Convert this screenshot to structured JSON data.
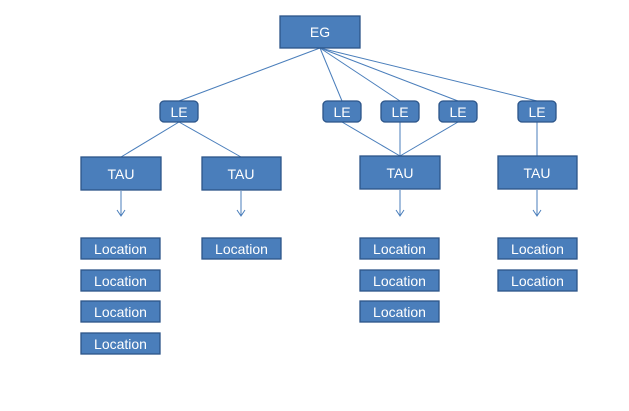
{
  "root": {
    "label": "EG"
  },
  "groups": [
    {
      "le": [
        {
          "label": "LE"
        }
      ],
      "taus": [
        {
          "label": "TAU",
          "locations": [
            "Location",
            "Location",
            "Location",
            "Location"
          ]
        },
        {
          "label": "TAU",
          "locations": [
            "Location"
          ]
        }
      ]
    },
    {
      "le": [
        {
          "label": "LE"
        },
        {
          "label": "LE"
        },
        {
          "label": "LE"
        }
      ],
      "taus": [
        {
          "label": "TAU",
          "locations": [
            "Location",
            "Location",
            "Location"
          ]
        }
      ]
    },
    {
      "le": [
        {
          "label": "LE"
        }
      ],
      "taus": [
        {
          "label": "TAU",
          "locations": [
            "Location",
            "Location"
          ]
        }
      ]
    }
  ],
  "colors": {
    "box_fill": "#4a7ebb",
    "box_border": "#2c5589",
    "line": "#4a7ebb",
    "text": "#ffffff"
  }
}
